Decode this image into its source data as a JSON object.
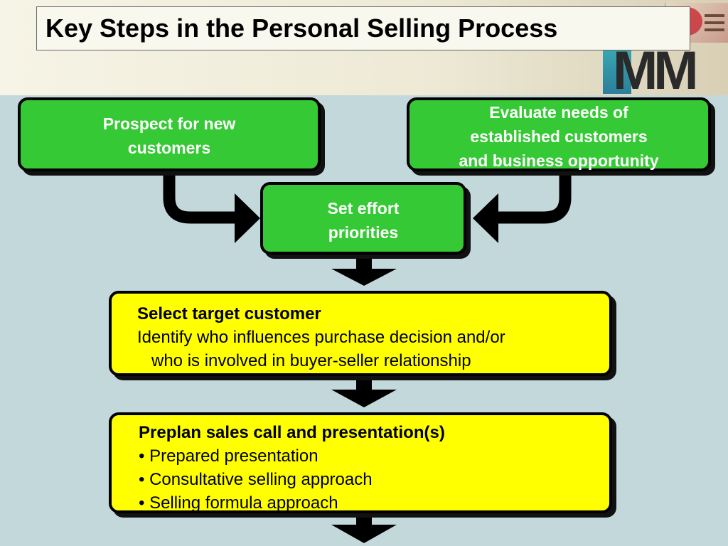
{
  "title": "Key Steps in the Personal Selling Process",
  "logo": "MM",
  "steps": {
    "prospect": [
      "Prospect for new",
      "customers"
    ],
    "evaluate": [
      "Evaluate needs of",
      "established customers",
      "and business opportunity"
    ],
    "priorities": [
      "Set effort",
      "priorities"
    ],
    "select": {
      "heading": "Select target customer",
      "line1": "Identify who influences purchase decision and/or",
      "line2": "who is involved in buyer-seller relationship"
    },
    "preplan": {
      "heading": "Preplan sales call and presentation(s)",
      "bullets": [
        "• Prepared presentation",
        "• Consultative selling approach",
        "• Selling formula approach"
      ]
    }
  },
  "colors": {
    "green_box": "#35c935",
    "yellow_box": "#ffff00",
    "background": "#c3d8db"
  }
}
